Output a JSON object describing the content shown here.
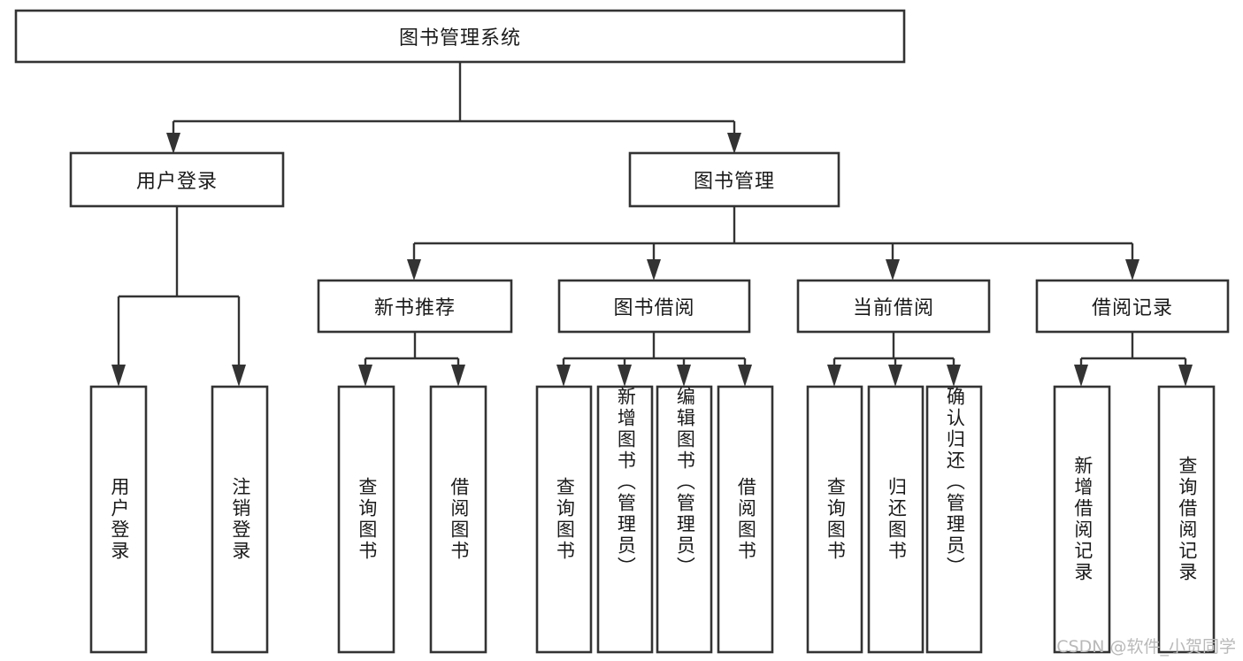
{
  "diagram": {
    "title": "图书管理系统",
    "watermark": "CSDN @软件_小贺同学",
    "root": {
      "label": "图书管理系统"
    },
    "level2": [
      {
        "label": "用户登录"
      },
      {
        "label": "图书管理"
      }
    ],
    "level3": [
      {
        "label": "新书推荐"
      },
      {
        "label": "图书借阅"
      },
      {
        "label": "当前借阅"
      },
      {
        "label": "借阅记录"
      }
    ],
    "leaves": {
      "user_login": [
        {
          "label": "用户登录"
        },
        {
          "label": "注销登录"
        }
      ],
      "new_book_recommend": [
        {
          "label": "查询图书"
        },
        {
          "label": "借阅图书"
        }
      ],
      "book_borrow": [
        {
          "label": "查询图书"
        },
        {
          "label": "新增图书（管理员）"
        },
        {
          "label": "编辑图书（管理员）"
        },
        {
          "label": "借阅图书"
        }
      ],
      "current_borrow": [
        {
          "label": "查询图书"
        },
        {
          "label": "归还图书"
        },
        {
          "label": "确认归还（管理员）"
        }
      ],
      "borrow_record": [
        {
          "label": "新增借阅记录"
        },
        {
          "label": "查询借阅记录"
        }
      ]
    },
    "colors": {
      "stroke": "#333333",
      "fill": "#ffffff",
      "text": "#1a1a1a",
      "watermark": "#b9b9b9"
    }
  }
}
